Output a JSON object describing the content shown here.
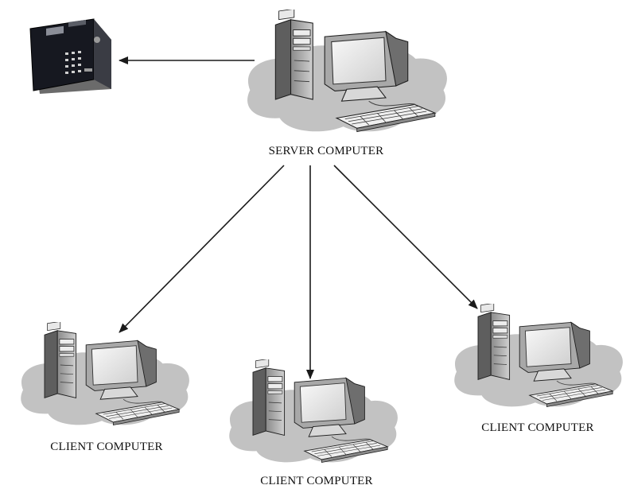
{
  "server": {
    "label": "SERVER COMPUTER",
    "icon": "server-workstation-icon"
  },
  "device": {
    "icon": "biometric-access-terminal-icon"
  },
  "clients": [
    {
      "label": "CLIENT COMPUTER",
      "icon": "client-workstation-icon"
    },
    {
      "label": "CLIENT COMPUTER",
      "icon": "client-workstation-icon"
    },
    {
      "label": "CLIENT COMPUTER",
      "icon": "client-workstation-icon"
    }
  ],
  "colors": {
    "shadow": "#c2c2c2",
    "tower_light": "#f4f4f4",
    "tower_dark": "#7a7a7a",
    "outline": "#1e1e1e",
    "device_body": "#161820"
  }
}
